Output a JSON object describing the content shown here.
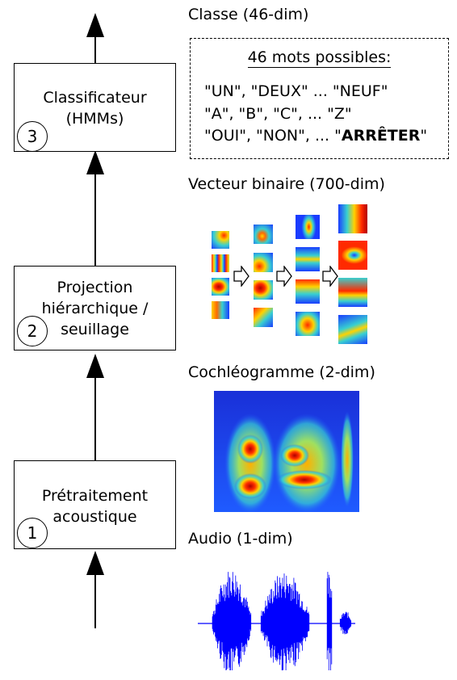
{
  "steps": [
    {
      "number": "1",
      "label_line1": "Prétraitement",
      "label_line2": "acoustique"
    },
    {
      "number": "2",
      "label_line1": "Projection",
      "label_line2": "hiérarchique /",
      "label_line3": "seuillage"
    },
    {
      "number": "3",
      "label_line1": "Classificateur",
      "label_line2": "(HMMs)"
    }
  ],
  "representations": {
    "class": "Classe (46-dim)",
    "binary_vector": "Vecteur binaire (700-dim)",
    "cochleogram": "Cochléogramme (2-dim)",
    "audio": "Audio (1-dim)"
  },
  "class_box": {
    "heading": "46 mots possibles:",
    "line1": "\"UN\", \"DEUX\" ... \"NEUF\"",
    "line2": "\"A\", \"B\", \"C\",  ... \"Z\"",
    "line3_prefix": "\"OUI\", \"NON\", ... \"",
    "line3_bold": "ARRÊTER",
    "line3_suffix": "\""
  },
  "colors": {
    "audio_wave": "#0000ff",
    "heatmap_low": "#1a3cff",
    "heatmap_high": "#ff1a00"
  }
}
